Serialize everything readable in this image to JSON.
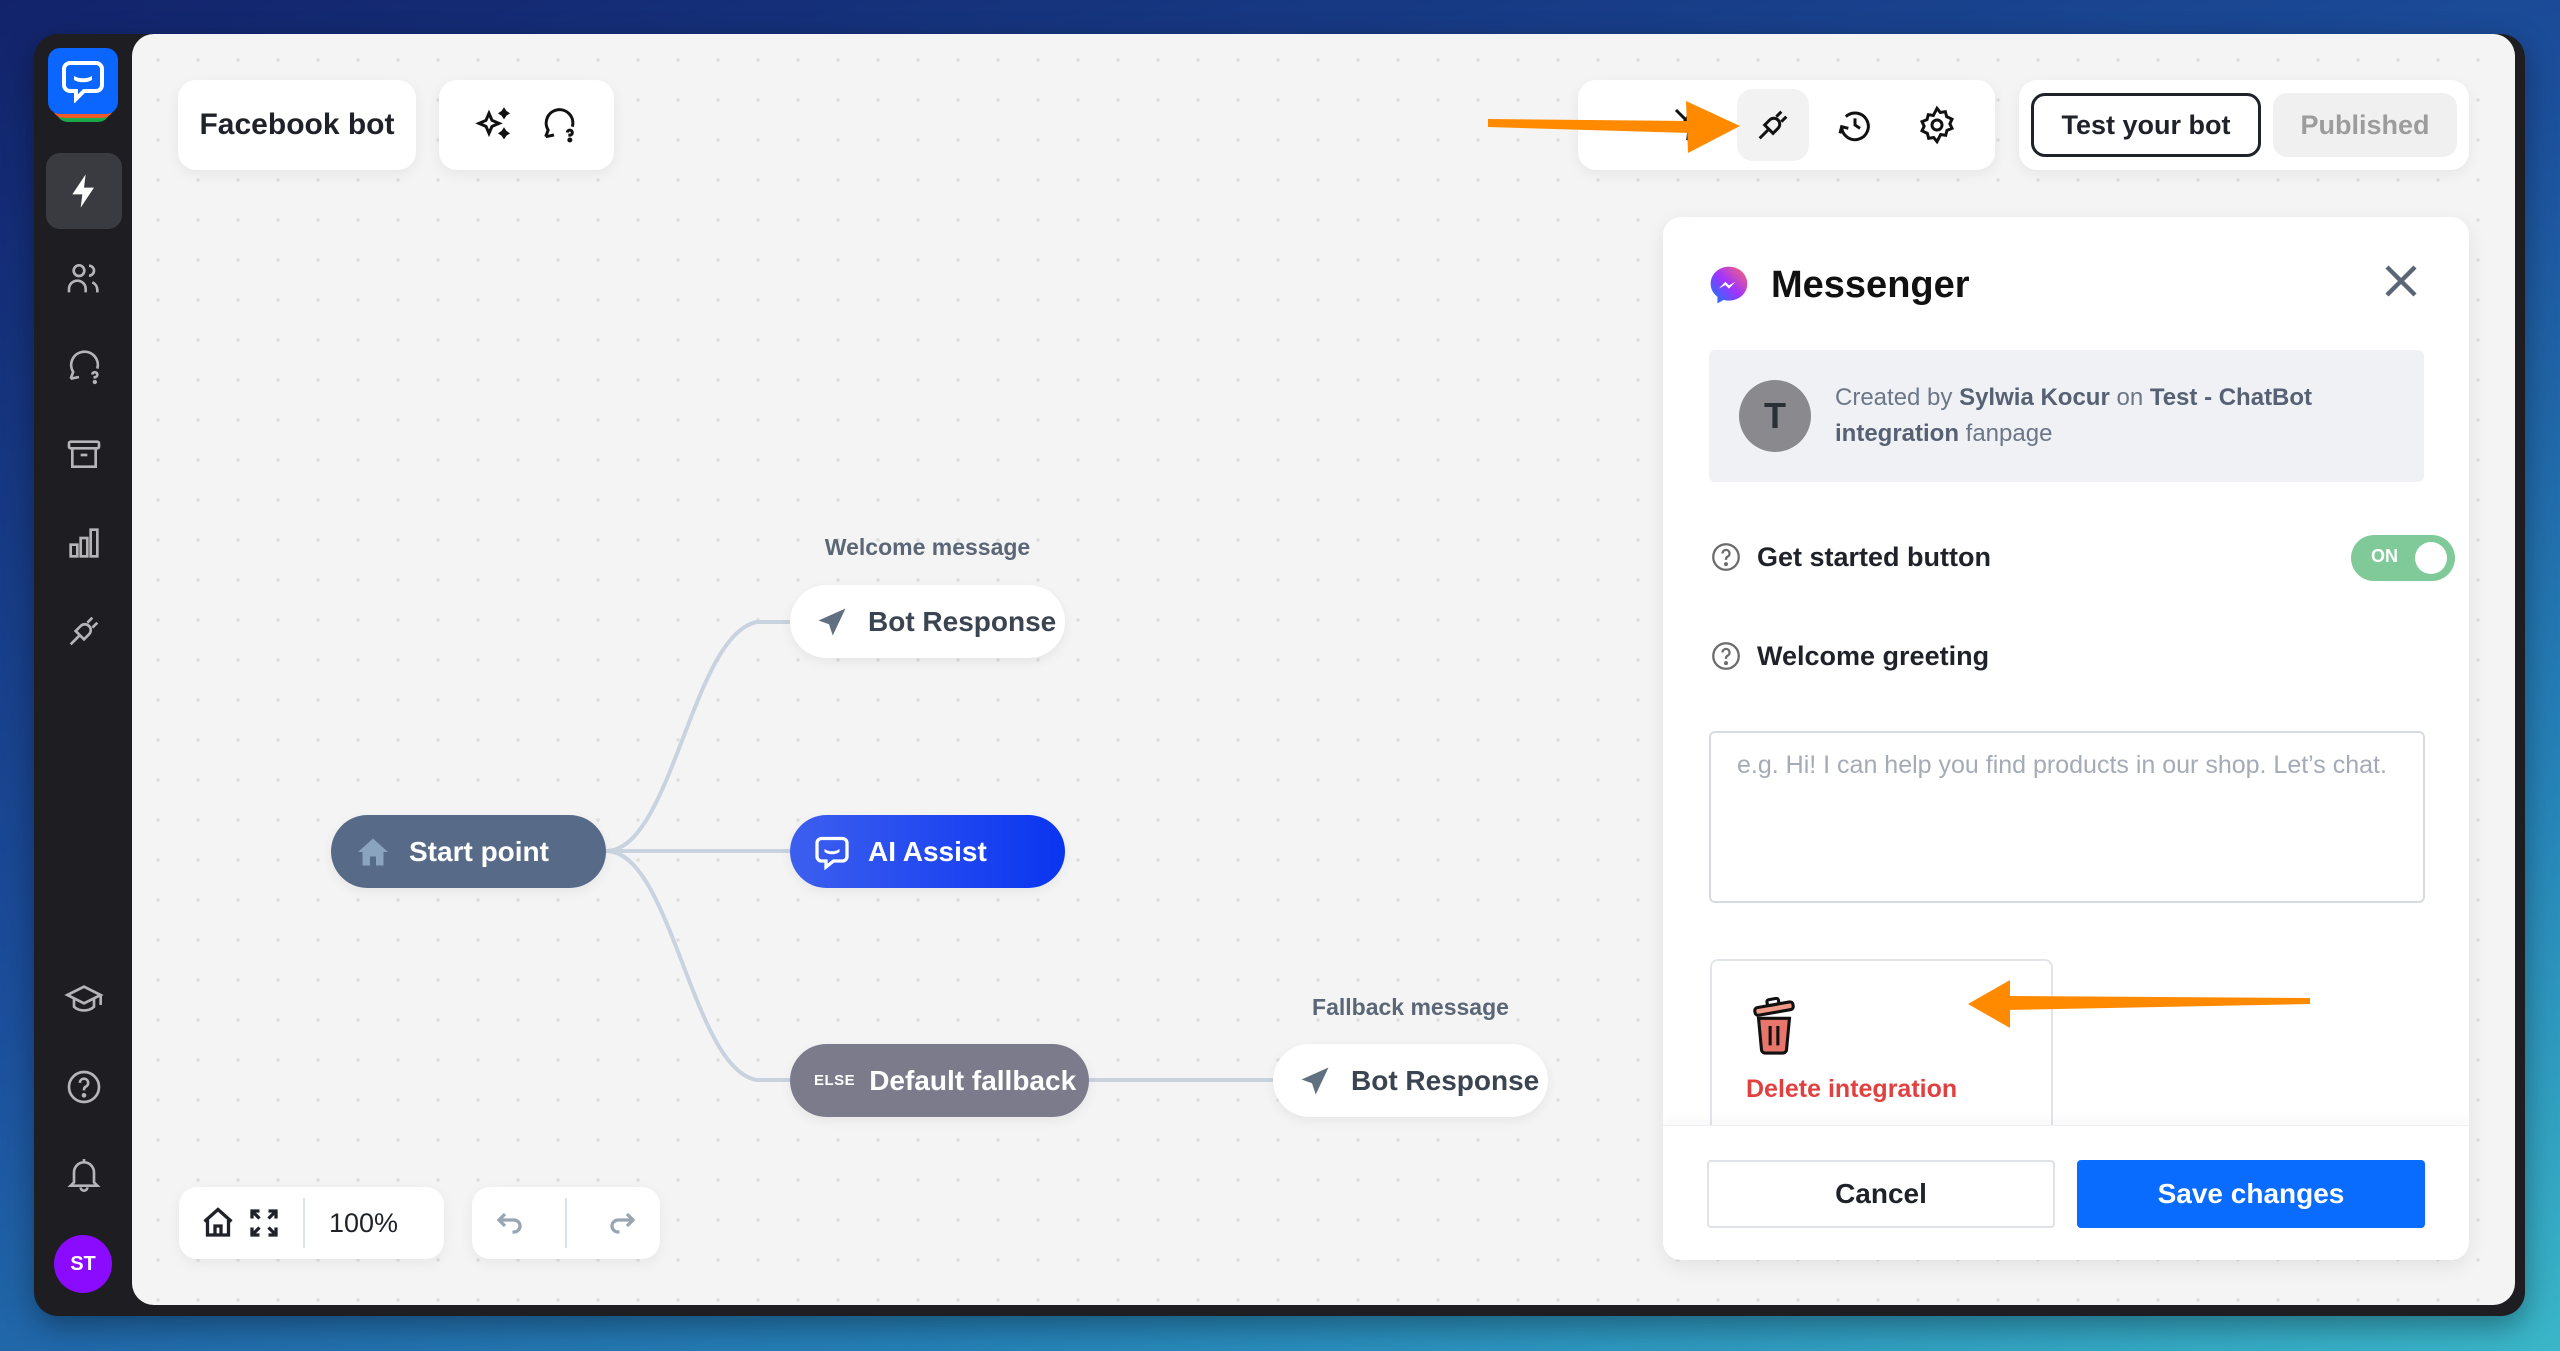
{
  "colors": {
    "accent": "#0a6cff",
    "annotation_arrow": "#ff8a00",
    "start_node": "#576b88",
    "ai_node": "#0a35f0",
    "else_node": "#7b7b8c",
    "toggle_on": "#7fca98",
    "danger": "#e0403f",
    "avatar": "#8a0bff"
  },
  "sidebar": {
    "logo": "chatbot-logo",
    "items": [
      {
        "name": "automations",
        "icon": "lightning-icon",
        "active": true
      },
      {
        "name": "audience",
        "icon": "users-icon",
        "active": false
      },
      {
        "name": "conversations",
        "icon": "chat-question-icon",
        "active": false
      },
      {
        "name": "archive",
        "icon": "archive-icon",
        "active": false
      },
      {
        "name": "reports",
        "icon": "bar-chart-icon",
        "active": false
      },
      {
        "name": "integrations",
        "icon": "plug-icon",
        "active": false
      }
    ],
    "bottom_items": [
      {
        "name": "academy",
        "icon": "graduation-cap-icon"
      },
      {
        "name": "help",
        "icon": "help-circle-icon"
      },
      {
        "name": "notifications",
        "icon": "bell-icon"
      }
    ],
    "avatar_initials": "ST"
  },
  "header": {
    "bot_name": "Facebook bot",
    "left_icons": [
      "sparkles-icon",
      "chat-question-icon"
    ],
    "toolbar_icons": [
      "lightning-off-icon",
      "plug-icon",
      "history-icon",
      "gear-icon"
    ],
    "test_button": "Test your bot",
    "published_button": "Published"
  },
  "flow": {
    "start": {
      "label": "Start point",
      "icon": "home-icon"
    },
    "welcome": {
      "caption": "Welcome message",
      "label": "Bot Response",
      "icon": "send-icon"
    },
    "ai": {
      "label": "AI Assist",
      "icon": "chatbot-icon"
    },
    "fallback": {
      "tag": "ELSE",
      "label": "Default fallback"
    },
    "fallback_response": {
      "caption": "Fallback message",
      "label": "Bot Response",
      "icon": "send-icon"
    }
  },
  "canvas_controls": {
    "zoom_level": "100%",
    "icons": [
      "home-icon",
      "fit-screen-icon",
      "undo-icon",
      "redo-icon"
    ]
  },
  "panel": {
    "title": "Messenger",
    "info": {
      "avatar_letter": "T",
      "prefix": "Created by ",
      "author": "Sylwia Kocur",
      "middle": " on ",
      "page": "Test - ChatBot integration",
      "suffix": " fanpage"
    },
    "get_started": {
      "label": "Get started button",
      "toggle": "ON"
    },
    "welcome_greeting": {
      "label": "Welcome greeting",
      "value": "",
      "placeholder": "e.g. Hi! I can help you find products in our shop. Let’s chat."
    },
    "delete_label": "Delete integration",
    "cancel_label": "Cancel",
    "save_label": "Save changes"
  }
}
